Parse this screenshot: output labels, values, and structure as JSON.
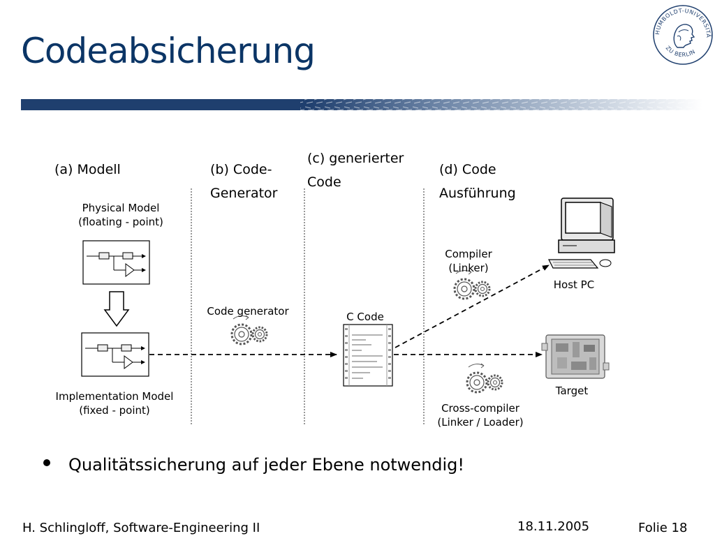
{
  "slide": {
    "title": "Codeabsicherung",
    "seal_text": "HUMBOLDT-UNIVERSITÄT ZU BERLIN"
  },
  "columns": {
    "a": "(a) Modell",
    "b_line1": "(b) Code-",
    "b_line2": "Generator",
    "c_line1": "(c) generierter",
    "c_line2": "Code",
    "d_line1": "(d) Code",
    "d_line2": "Ausführung"
  },
  "labels": {
    "physical_model_line1": "Physical Model",
    "physical_model_line2": "(floating - point)",
    "implementation_model_line1": "Implementation Model",
    "implementation_model_line2": "(fixed - point)",
    "code_generator": "Code generator",
    "c_code": "C Code",
    "compiler_line1": "Compiler",
    "compiler_line2": "(Linker)",
    "host_pc": "Host PC",
    "target": "Target",
    "cross_compiler_line1": "Cross-compiler",
    "cross_compiler_line2": "(Linker / Loader)"
  },
  "bullet": "Qualitätssicherung auf jeder Ebene notwendig!",
  "footer": {
    "author": "H. Schlingloff, Software-Engineering II",
    "date": "18.11.2005",
    "slide_number": "Folie 18"
  },
  "colors": {
    "title": "#0b3566",
    "band": "#1f3f6e"
  }
}
